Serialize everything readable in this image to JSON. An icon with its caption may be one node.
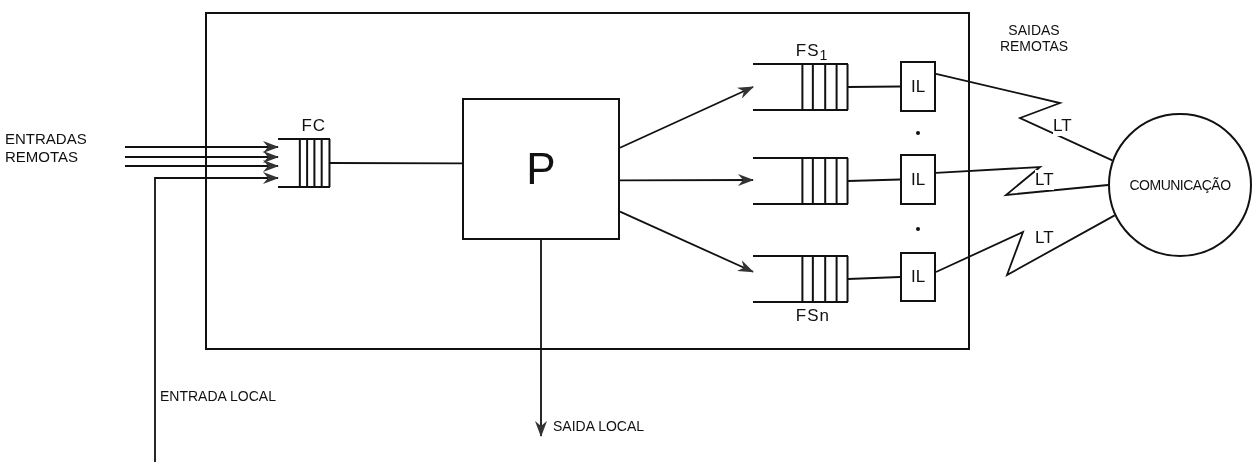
{
  "diagram": {
    "nodes": [
      {
        "text": [],
        "shape": "box"
      },
      {
        "text": [
          "FC"
        ],
        "in": 0
      },
      {
        "text": [
          "P"
        ],
        "in": 0
      },
      {
        "text": [
          "FS$_{1}$"
        ],
        "in": 0
      },
      {
        "text": [],
        "shape": "queue",
        "in": 0
      },
      {
        "text": [
          "FSn"
        ],
        "in": 0
      },
      {
        "text": [
          "IL"
        ],
        "in": 0
      },
      {
        "text": [
          "IL"
        ],
        "in": 0
      },
      {
        "text": [
          "IL"
        ],
        "in": 0
      },
      {
        "text": [
          "COMUNICAÇÃO"
        ]
      },
      {
        "text": [
          "ENTRADAS REMOTAS"
        ]
      }
    ],
    "edges": [
      {
        "from": 10,
        "to": 1,
        "arrow": "to"
      },
      {
        "from": 10,
        "to": 1,
        "arrow": "to"
      },
      {
        "from": 10,
        "to": 1,
        "arrow": "to"
      },
      {
        "from": null,
        "to": 1,
        "arrow": "to",
        "label": "ENTRADA LOCAL"
      },
      {
        "from": 1,
        "to": 2,
        "arrow": "none"
      },
      {
        "from": 2,
        "to": 3,
        "arrow": "to"
      },
      {
        "from": 2,
        "to": 4,
        "arrow": "to"
      },
      {
        "from": 2,
        "to": 5,
        "arrow": "to"
      },
      {
        "from": 3,
        "to": 6,
        "arrow": "none"
      },
      {
        "from": 4,
        "to": 7,
        "arrow": "none"
      },
      {
        "from": 5,
        "to": 8,
        "arrow": "none"
      },
      {
        "from": 6,
        "to": 9,
        "arrow": "none",
        "label": "LT"
      },
      {
        "from": 7,
        "to": 9,
        "arrow": "none",
        "label": "LT"
      },
      {
        "from": 8,
        "to": 9,
        "arrow": "none",
        "label": "LT"
      },
      {
        "from": 2,
        "to": null,
        "arrow": "to",
        "label": "SAIDA LOCAL"
      }
    ],
    "labels": [
      "SAIDAS REMOTAS"
    ]
  }
}
